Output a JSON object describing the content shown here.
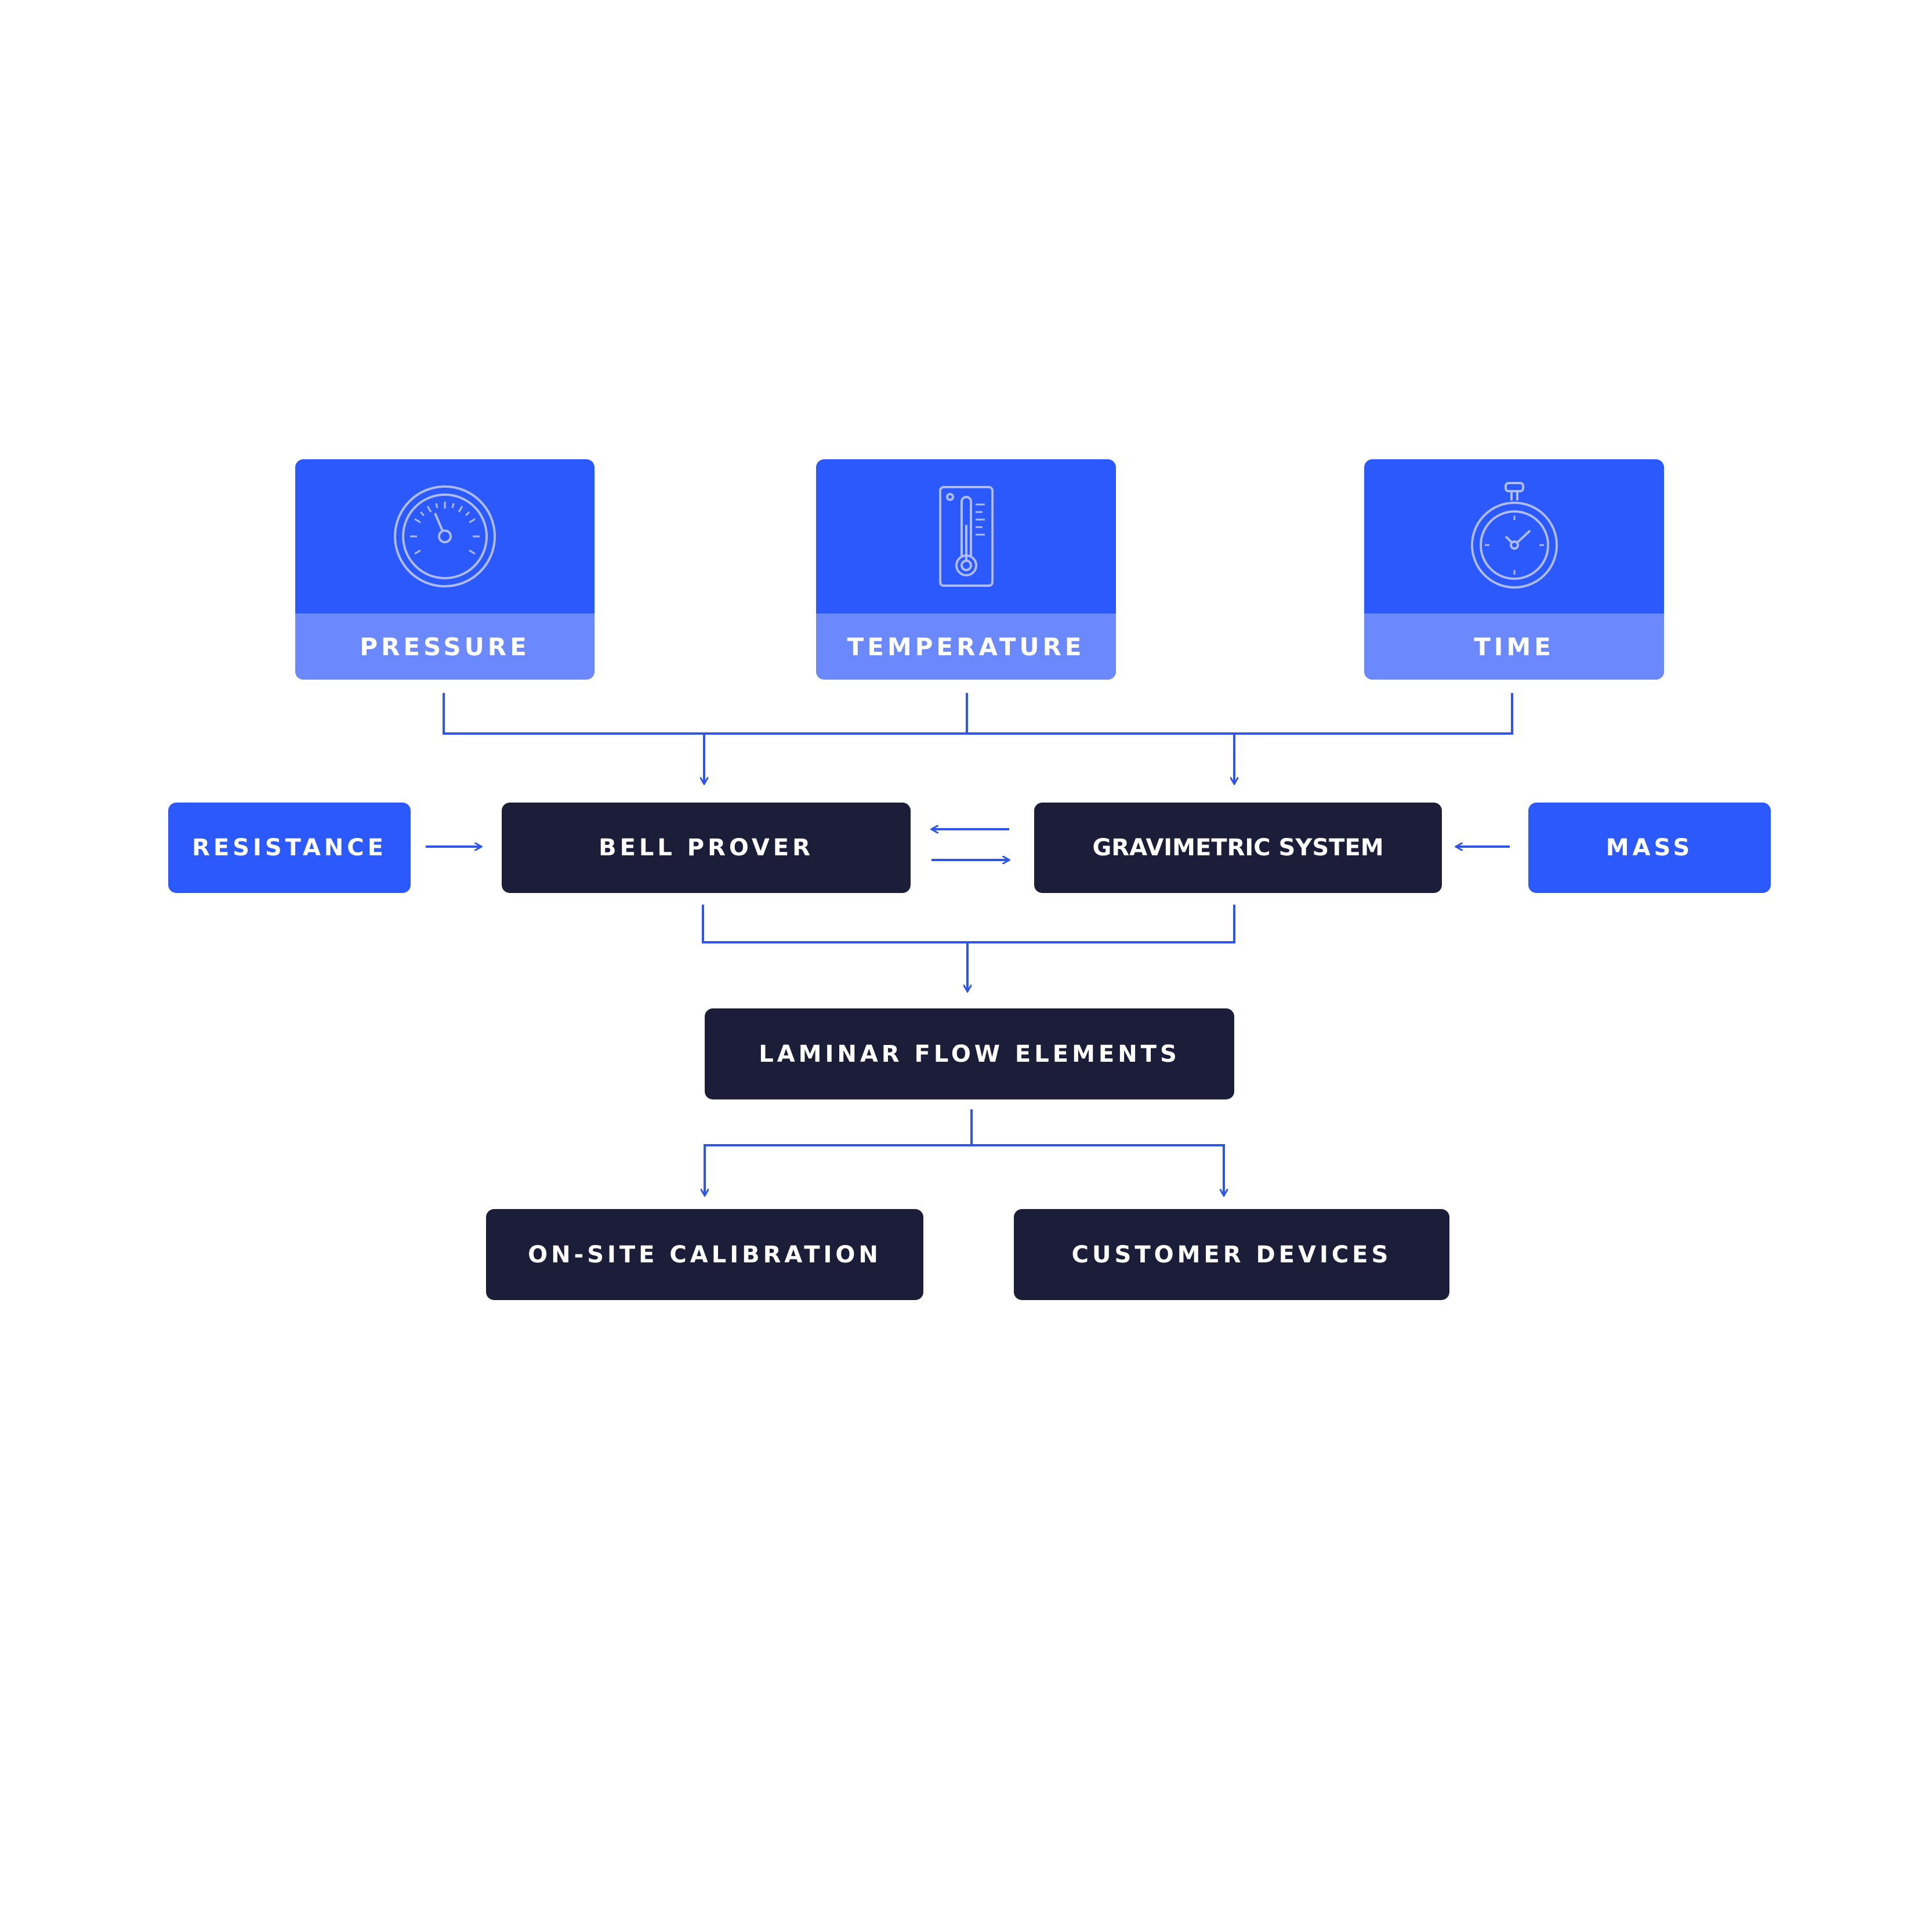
{
  "inputs": [
    {
      "label": "PRESSURE",
      "icon": "pressure-gauge-icon"
    },
    {
      "label": "TEMPERATURE",
      "icon": "thermometer-icon"
    },
    {
      "label": "TIME",
      "icon": "stopwatch-icon"
    }
  ],
  "side_inputs": {
    "left": "RESISTANCE",
    "right": "MASS"
  },
  "systems": {
    "left": "BELL PROVER",
    "right": "GRAVIMETRIC SYSTEM"
  },
  "middle": "LAMINAR FLOW ELEMENTS",
  "outputs": [
    "ON-SITE CALIBRATION",
    "CUSTOMER DEVICES"
  ],
  "colors": {
    "accent_blue": "#2b59fb",
    "light_blue": "#6b88fc",
    "dark_navy": "#1c1d38",
    "line_blue": "#2f55e6"
  }
}
